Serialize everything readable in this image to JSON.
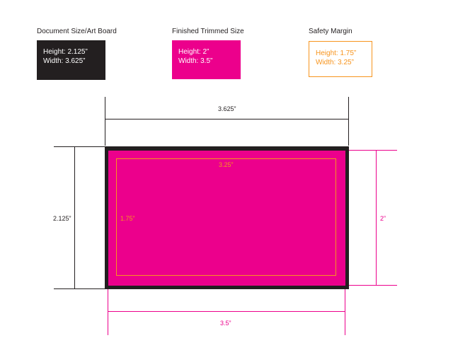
{
  "legend": {
    "document": {
      "title": "Document Size/Art Board",
      "height": "Height: 2.125”",
      "width": "Width: 3.625”",
      "color": "#231f20"
    },
    "trim": {
      "title": "Finished Trimmed Size",
      "height": "Height: 2”",
      "width": "Width: 3.5”",
      "color": "#ec008c"
    },
    "safety": {
      "title": "Safety Margin",
      "height": "Height: 1.75”",
      "width": "Width: 3.25”",
      "color": "#f7941d"
    }
  },
  "dimensions": {
    "document_width": "3.625”",
    "document_height": "2.125”",
    "trim_width": "3.5”",
    "trim_height": "2”",
    "safety_width": "3.25”",
    "safety_height": "1.75”"
  }
}
